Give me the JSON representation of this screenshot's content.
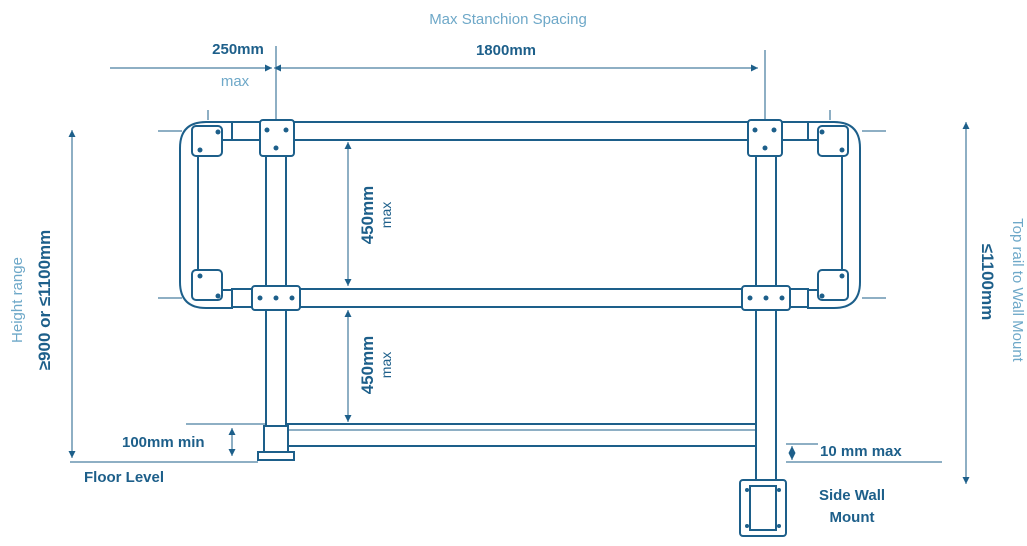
{
  "labels": {
    "max_stanchion_spacing": "Max Stanchion Spacing",
    "dim_250": "250mm",
    "dim_250_max": "max",
    "dim_1800": "1800mm",
    "dim_450_upper": "450mm",
    "dim_450_upper_max": "max",
    "dim_450_lower": "450mm",
    "dim_450_lower_max": "max",
    "height_range": "Height range",
    "height_value": "≥900 or ≤1100mm",
    "top_rail_to_wall": "Top rail to Wall Mount",
    "top_rail_value": "≤1100mm",
    "min_100": "100mm min",
    "floor_level": "Floor Level",
    "max_10": "10 mm max",
    "side_wall_1": "Side Wall",
    "side_wall_2": "Mount"
  }
}
